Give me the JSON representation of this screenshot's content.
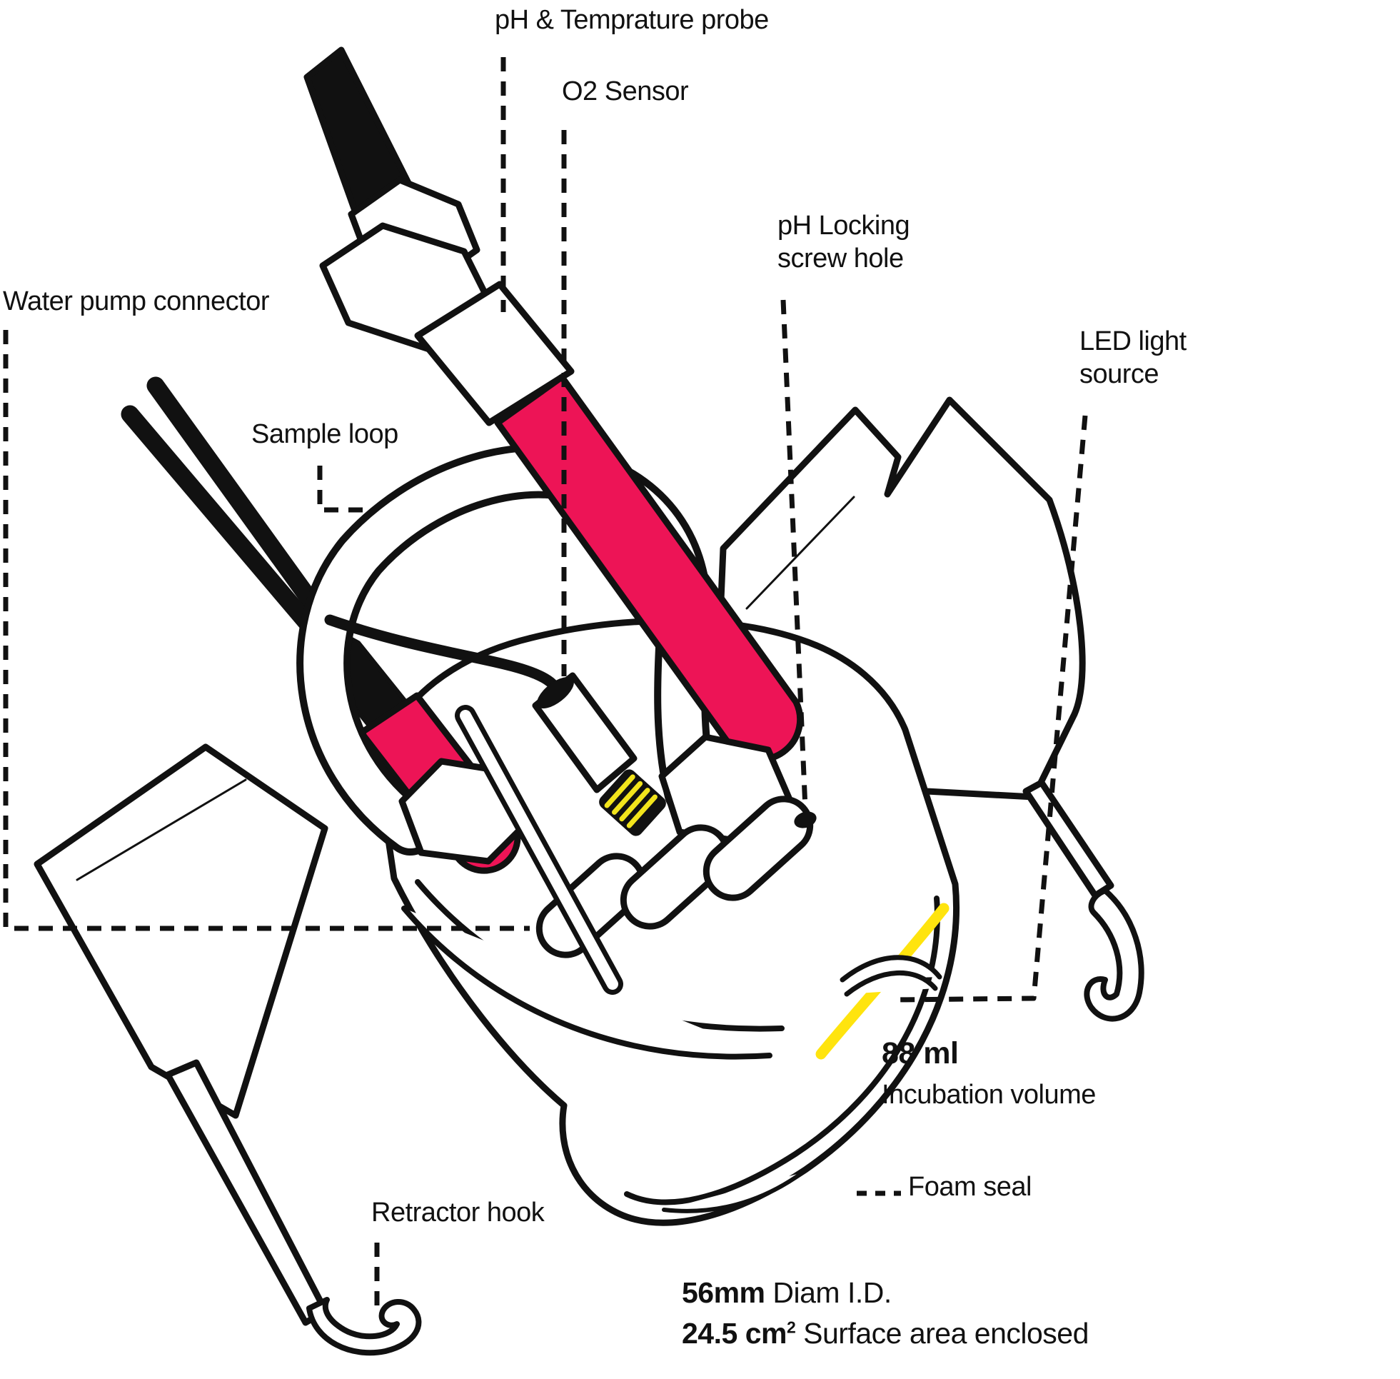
{
  "title": "Incubation chamber diagram",
  "labels": {
    "ph_temp_probe": "pH & Temprature probe",
    "o2_sensor": "O2 Sensor",
    "ph_locking_line1": "pH Locking",
    "ph_locking_line2": "screw hole",
    "water_pump": "Water pump connector",
    "sample_loop": "Sample loop",
    "led_light_line1": "LED light",
    "led_light_line2": "source",
    "incubation_value": "88 ml",
    "incubation_label": "Incubation volume",
    "foam_seal": "Foam seal",
    "retractor_hook": "Retractor hook",
    "diameter_value": "56mm",
    "diameter_label": " Diam I.D.",
    "surface_value": "24.5 cm",
    "surface_sup": "2",
    "surface_label": " Surface area enclosed"
  },
  "colors": {
    "probe_pink": "#ED1456",
    "rim_highlight_yellow": "#FFE40E",
    "sensor_stripe_yellow": "#F2E41C",
    "ink": "#111111",
    "background": "#FFFFFF"
  }
}
